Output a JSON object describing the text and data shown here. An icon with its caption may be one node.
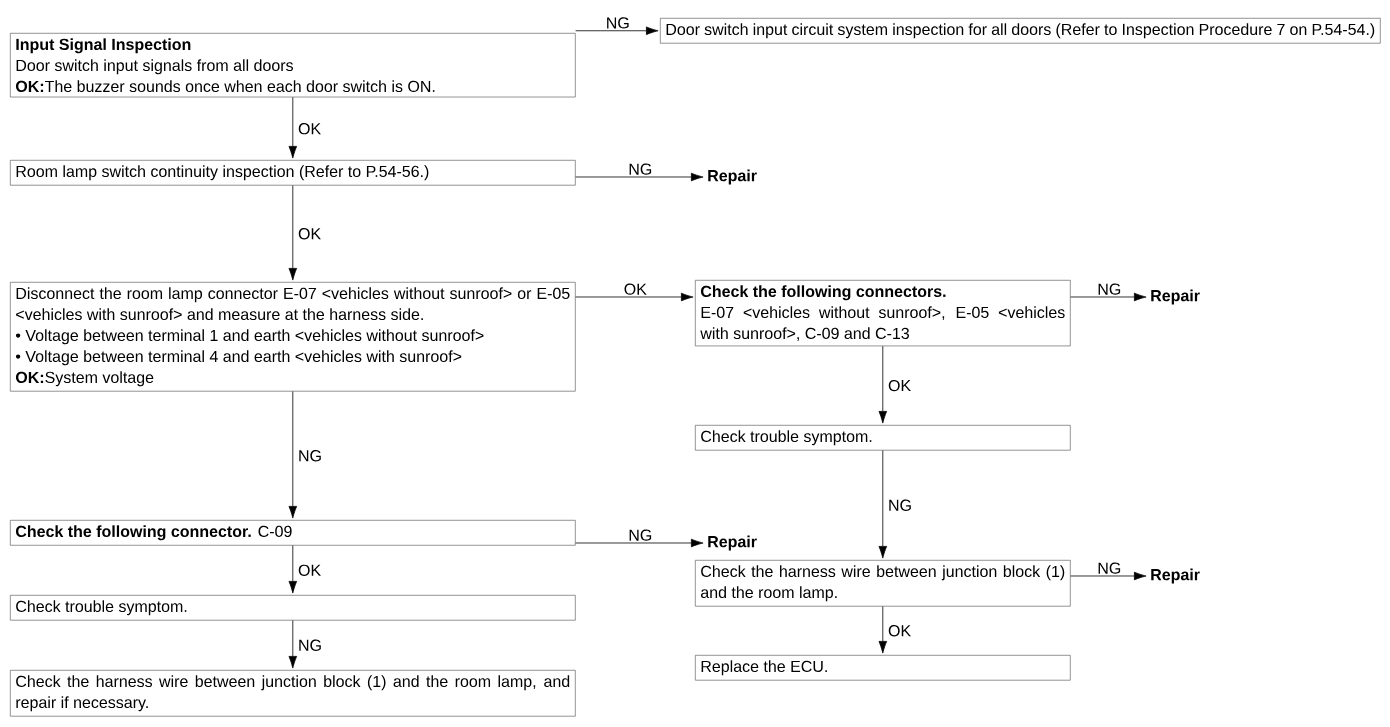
{
  "diagram": {
    "nodes": [
      {
        "text": [
          "Input Signal Inspection",
          "Door switch input signals from all doors",
          "**OK:**The buzzer sounds once when each door switch is ON."
        ]
      },
      {
        "text": [
          "Door switch input circuit system inspection for all doors (Refer to Inspection Procedure 7 on P.54-54.)"
        ]
      },
      {
        "text": [
          "Room lamp switch continuity inspection (Refer to P.54-56.)"
        ]
      },
      {
        "text": [
          "Repair"
        ]
      },
      {
        "text": [
          "Disconnect the room lamp connector E-07 <vehicles without sunroof> or E-05 <vehicles with sunroof> and measure at the harness side.",
          "• Voltage between terminal 1 and earth <vehicles without sunroof>",
          "• Voltage between terminal 4 and earth <vehicles with sunroof>",
          "**OK:**System voltage"
        ]
      },
      {
        "text": [
          "Check the following connectors.",
          "E-07 <vehicles without sunroof>, E-05 <vehicles with sunroof>, C-09 and C-13"
        ]
      },
      {
        "text": [
          "Repair"
        ]
      },
      {
        "text": [
          "Check trouble symptom."
        ]
      },
      {
        "text": [
          "**Check the following connector.** C-09"
        ]
      },
      {
        "text": [
          "Repair"
        ]
      },
      {
        "text": [
          "Check the harness wire between junction block (1) and the room lamp."
        ]
      },
      {
        "text": [
          "Repair"
        ]
      },
      {
        "text": [
          "Check trouble symptom."
        ]
      },
      {
        "text": [
          "Replace the ECU."
        ]
      },
      {
        "text": [
          "Check the harness wire between junction block (1) and the room lamp, and repair if necessary."
        ]
      }
    ],
    "edges": [
      {
        "from": 0,
        "to": 1,
        "arrow": "to",
        "label": "NG"
      },
      {
        "from": 0,
        "to": 2,
        "arrow": "to",
        "label": "OK"
      },
      {
        "from": 2,
        "to": 3,
        "arrow": "to",
        "label": "NG"
      },
      {
        "from": 2,
        "to": 4,
        "arrow": "to",
        "label": "OK"
      },
      {
        "from": 4,
        "to": 5,
        "arrow": "to",
        "label": "OK"
      },
      {
        "from": 5,
        "to": 6,
        "arrow": "to",
        "label": "NG"
      },
      {
        "from": 5,
        "to": 7,
        "arrow": "to",
        "label": "OK"
      },
      {
        "from": 7,
        "to": 10,
        "arrow": "to",
        "label": "NG"
      },
      {
        "from": 4,
        "to": 8,
        "arrow": "to",
        "label": "NG"
      },
      {
        "from": 8,
        "to": 9,
        "arrow": "to",
        "label": "NG"
      },
      {
        "from": 8,
        "to": 12,
        "arrow": "to",
        "label": "OK"
      },
      {
        "from": 10,
        "to": 11,
        "arrow": "to",
        "label": "NG"
      },
      {
        "from": 10,
        "to": 13,
        "arrow": "to",
        "label": "OK"
      },
      {
        "from": 12,
        "to": 14,
        "arrow": "to",
        "label": "NG"
      }
    ]
  }
}
